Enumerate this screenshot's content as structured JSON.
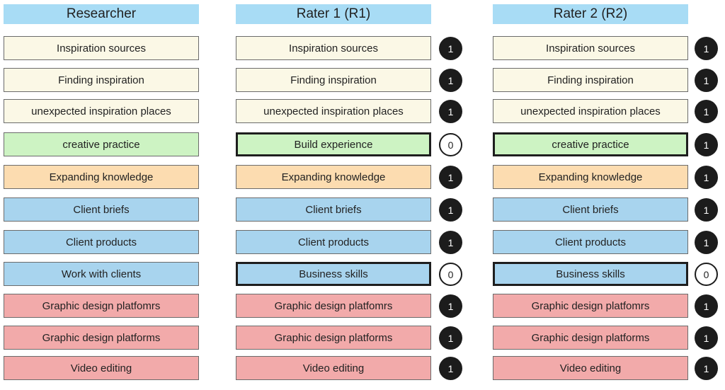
{
  "headers": {
    "researcher": "Researcher",
    "rater1": "Rater 1 (R1)",
    "rater2": "Rater 2 (R2)"
  },
  "rows": [
    {
      "color": "yellow",
      "researcher": "Inspiration sources",
      "r1": "Inspiration sources",
      "r1_score": "1",
      "r2": "Inspiration sources",
      "r2_score": "1"
    },
    {
      "color": "yellow",
      "researcher": "Finding inspiration",
      "r1": "Finding inspiration",
      "r1_score": "1",
      "r2": "Finding inspiration",
      "r2_score": "1"
    },
    {
      "color": "yellow",
      "researcher": "unexpected inspiration places",
      "r1": "unexpected inspiration places",
      "r1_score": "1",
      "r2": "unexpected inspiration places",
      "r2_score": "1"
    },
    {
      "color": "green",
      "researcher": "creative practice",
      "r1": "Build experience",
      "r1_score": "0",
      "r2": "creative practice",
      "r2_score": "1",
      "highlight": true
    },
    {
      "color": "orange",
      "researcher": "Expanding knowledge",
      "r1": "Expanding knowledge",
      "r1_score": "1",
      "r2": "Expanding knowledge",
      "r2_score": "1"
    },
    {
      "color": "blue",
      "researcher": "Client briefs",
      "r1": "Client briefs",
      "r1_score": "1",
      "r2": "Client briefs",
      "r2_score": "1"
    },
    {
      "color": "blue",
      "researcher": "Client products",
      "r1": "Client products",
      "r1_score": "1",
      "r2": "Client products",
      "r2_score": "1"
    },
    {
      "color": "blue",
      "researcher": "Work with clients",
      "r1": "Business skills",
      "r1_score": "0",
      "r2": "Business skills",
      "r2_score": "0",
      "highlight": true
    },
    {
      "color": "red",
      "researcher": "Graphic design platfomrs",
      "r1": "Graphic design platfomrs",
      "r1_score": "1",
      "r2": "Graphic design platfomrs",
      "r2_score": "1"
    },
    {
      "color": "red",
      "researcher": "Graphic design platforms",
      "r1": "Graphic design platforms",
      "r1_score": "1",
      "r2": "Graphic design platforms",
      "r2_score": "1"
    },
    {
      "color": "red",
      "researcher": "Video editing",
      "r1": "Video editing",
      "r1_score": "1",
      "r2": "Video editing",
      "r2_score": "1"
    }
  ],
  "colors": {
    "yellow": "#fbf8e6",
    "green": "#cdf3c3",
    "orange": "#fcdcb0",
    "blue": "#a8d4ee",
    "red": "#f2aaaa",
    "header": "#a8dcf5"
  }
}
